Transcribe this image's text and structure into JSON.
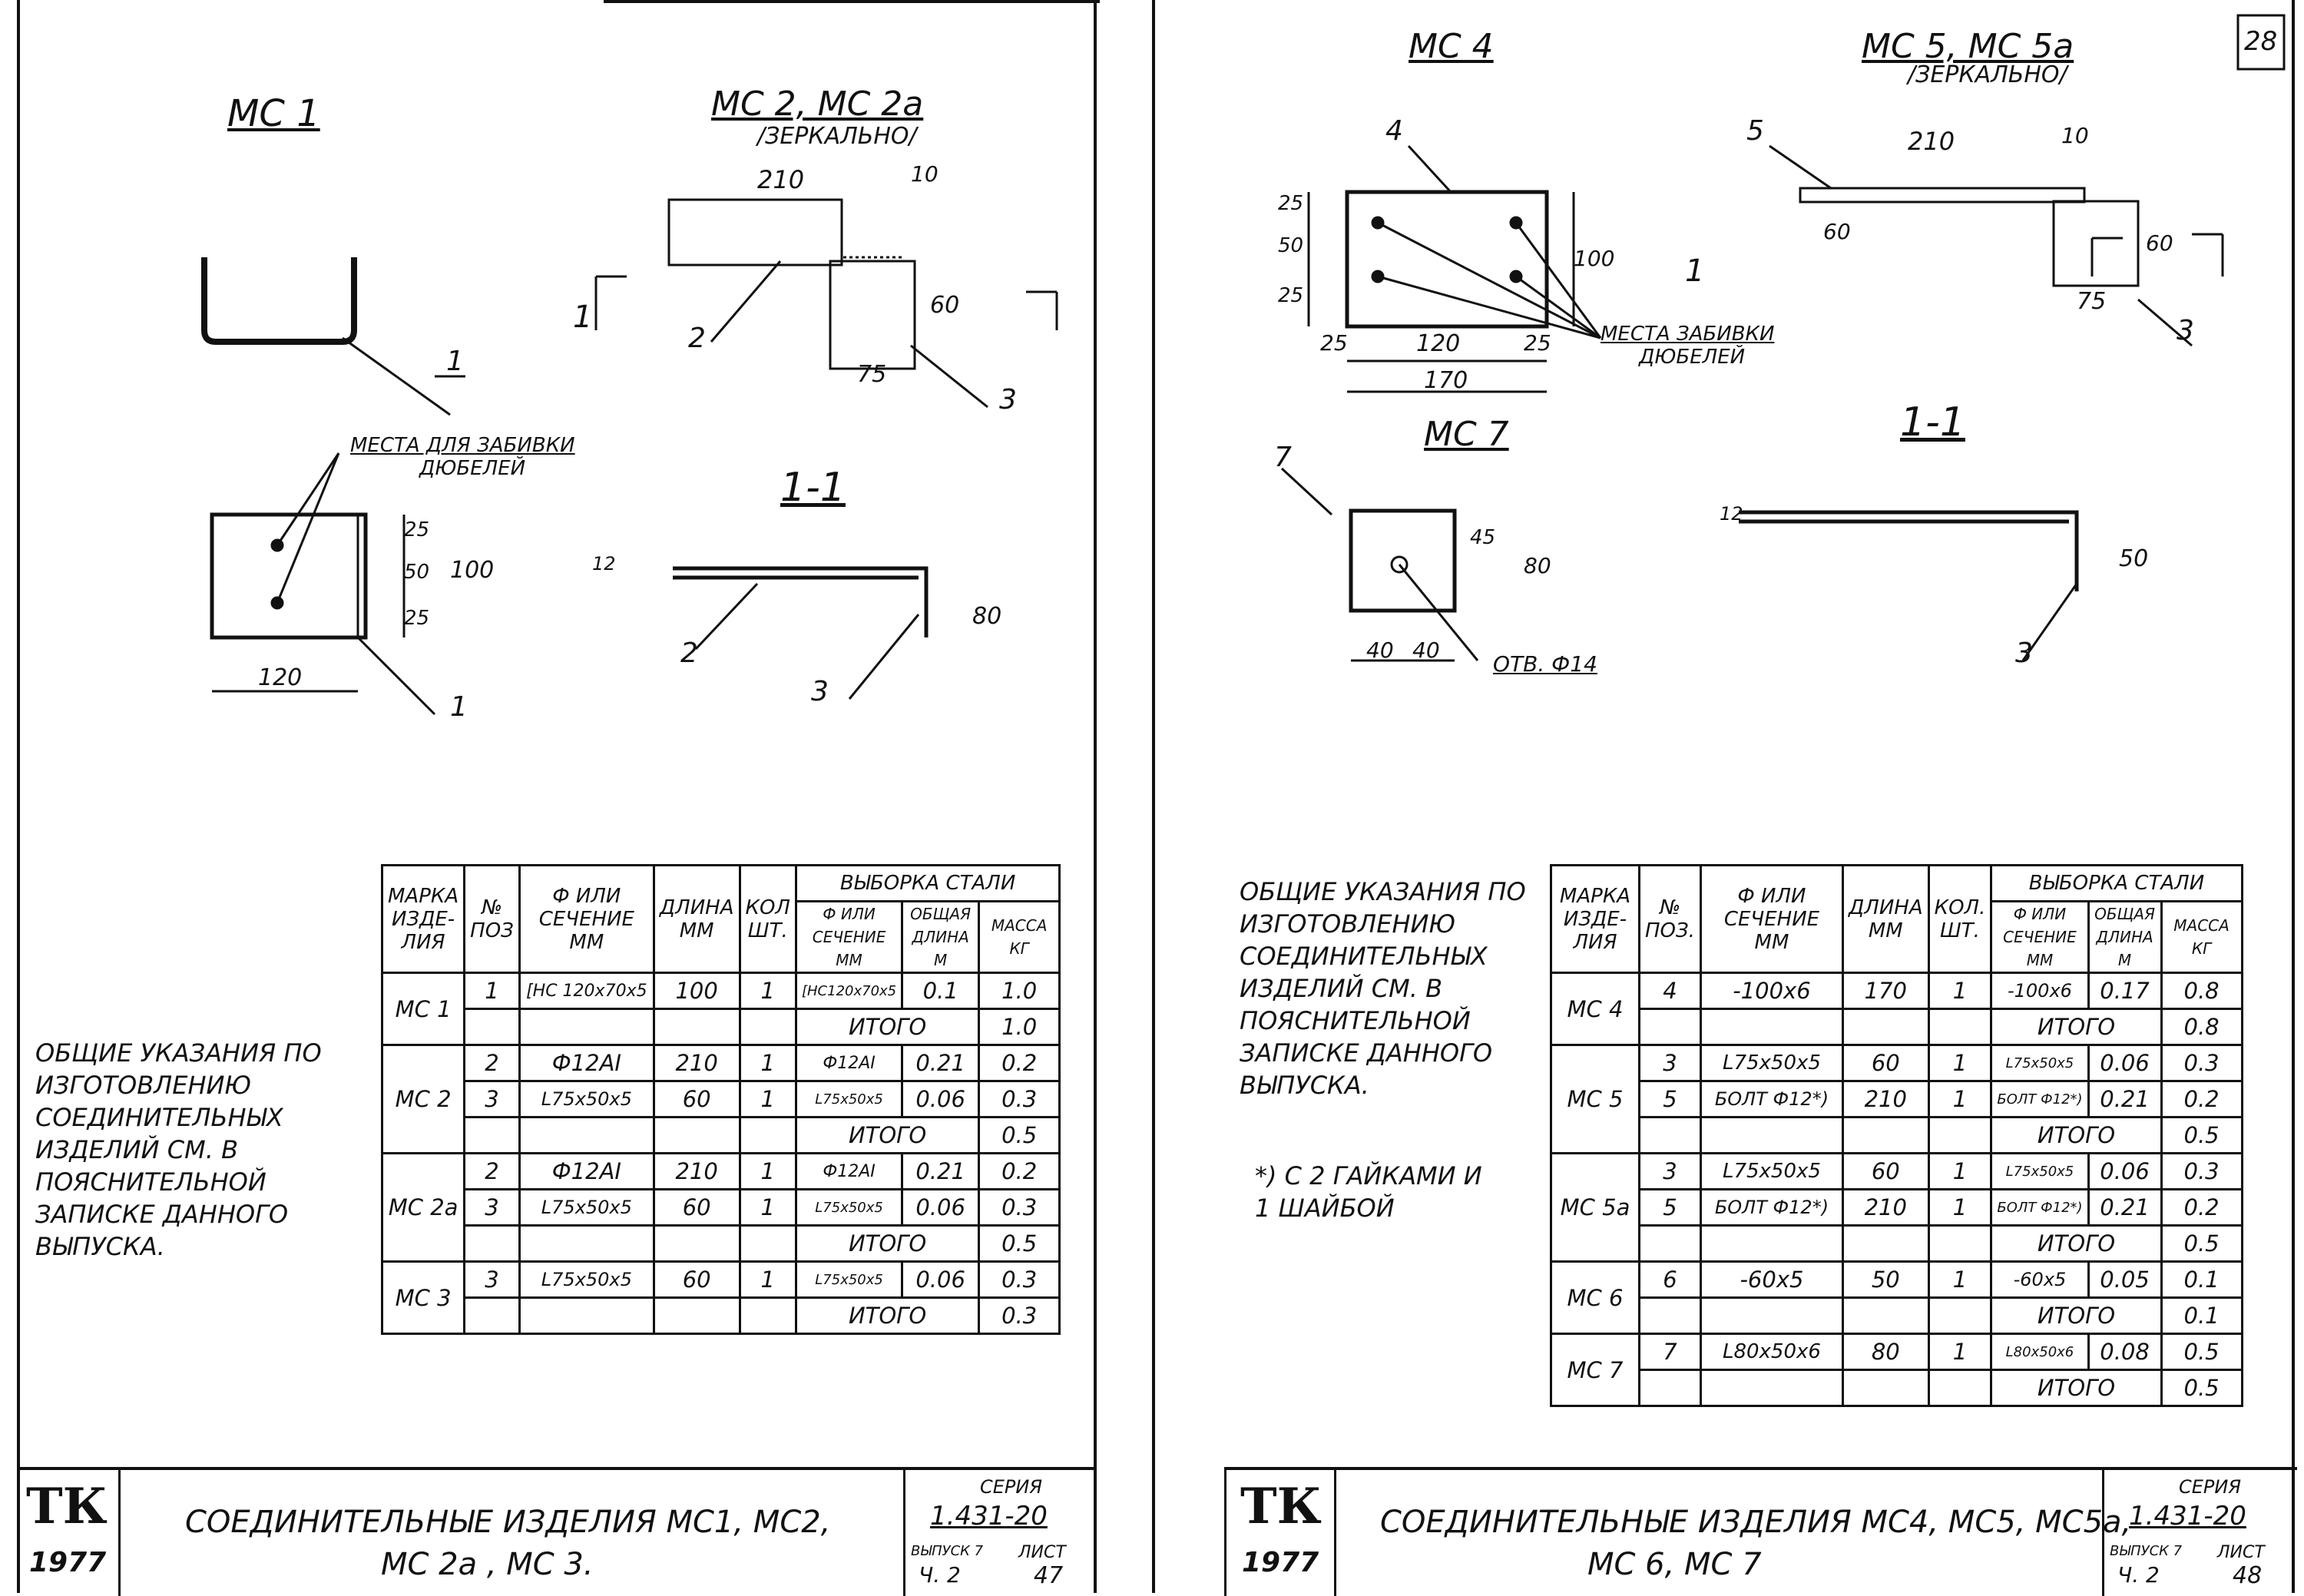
{
  "left_sheet": {
    "views": {
      "mc1": "МС 1",
      "mc2": "МС 2, МС 2а",
      "mc2_note": "/ЗЕРКАЛЬНО/",
      "section": "1-1",
      "mark1": "1"
    },
    "dims": {
      "d210": "210",
      "d10": "10",
      "d60": "60",
      "d75": "75",
      "d25a": "25",
      "d50": "50",
      "d25b": "25",
      "d100": "100",
      "d120": "120",
      "d12": "12",
      "d80": "80"
    },
    "callouts": {
      "c1a": "1",
      "c1b": "1",
      "c2a": "2",
      "c2b": "2",
      "c3a": "3",
      "c3b": "3",
      "dowels": "МЕСТА ДЛЯ ЗАБИВКИ",
      "dowels2": "ДЮБЕЛЕЙ"
    },
    "general_notes": "ОБЩИЕ УКАЗАНИЯ ПО ИЗГОТОВЛЕНИЮ СОЕДИНИТЕЛЬНЫХ ИЗДЕЛИЙ СМ. В ПОЯСНИТЕЛЬНОЙ ЗАПИСКЕ ДАННОГО ВЫПУСКА.",
    "table": {
      "headers": {
        "mark": "МАРКА ИЗДЕ- ЛИЯ",
        "pos": "№ ПОЗ",
        "section": "Ф ИЛИ СЕЧЕНИЕ ММ",
        "length": "ДЛИНА ММ",
        "qty": "КОЛ ШТ.",
        "steel": "ВЫБОРКА СТАЛИ",
        "sel_section": "Ф ИЛИ СЕЧЕНИЕ ММ",
        "sel_length": "ОБЩАЯ ДЛИНА М",
        "sel_mass": "МАССА КГ"
      },
      "rows": [
        {
          "mark": "МС 1",
          "pos": "1",
          "section": "[НС 120х70х5",
          "length": "100",
          "qty": "1",
          "sel_section": "[НС120х70х5",
          "sel_length": "0.1",
          "sel_mass": "1.0"
        },
        {
          "total_label": "ИТОГО",
          "total": "1.0"
        },
        {
          "mark": "МС 2",
          "pos": "2",
          "section": "Ф12АI",
          "length": "210",
          "qty": "1",
          "sel_section": "Ф12АI",
          "sel_length": "0.21",
          "sel_mass": "0.2"
        },
        {
          "pos": "3",
          "section": "L75х50х5",
          "length": "60",
          "qty": "1",
          "sel_section": "L75х50х5",
          "sel_length": "0.06",
          "sel_mass": "0.3"
        },
        {
          "total_label": "ИТОГО",
          "total": "0.5"
        },
        {
          "mark": "МС 2а",
          "pos": "2",
          "section": "Ф12АI",
          "length": "210",
          "qty": "1",
          "sel_section": "Ф12АI",
          "sel_length": "0.21",
          "sel_mass": "0.2"
        },
        {
          "pos": "3",
          "section": "L75х50х5",
          "length": "60",
          "qty": "1",
          "sel_section": "L75х50х5",
          "sel_length": "0.06",
          "sel_mass": "0.3"
        },
        {
          "total_label": "ИТОГО",
          "total": "0.5"
        },
        {
          "mark": "МС 3",
          "pos": "3",
          "section": "L75х50х5",
          "length": "60",
          "qty": "1",
          "sel_section": "L75х50х5",
          "sel_length": "0.06",
          "sel_mass": "0.3"
        },
        {
          "total_label": "ИТОГО",
          "total": "0.3"
        }
      ]
    },
    "stamp": {
      "logo": "ТК",
      "year": "1977",
      "title1": "СОЕДИНИТЕЛЬНЫЕ ИЗДЕЛИЯ МС1, МС2,",
      "title2": "МС 2а , МС 3.",
      "series_label": "СЕРИЯ",
      "series": "1.431-20",
      "issue_label": "ВЫПУСК 7",
      "issue": "Ч. 2",
      "sheet_label": "ЛИСТ",
      "sheet": "47"
    }
  },
  "right_sheet": {
    "page_no": "28",
    "views": {
      "mc4": "МС 4",
      "mc5": "МС 5, МС 5а",
      "mc5_note": "/ЗЕРКАЛЬНО/",
      "mc7": "МС 7",
      "section": "1-1",
      "mark1": "1"
    },
    "dims": {
      "d25a": "25",
      "d50": "50",
      "d25b": "25",
      "d100": "100",
      "d25c": "25",
      "d120": "120",
      "d25d": "25",
      "d170": "170",
      "d210": "210",
      "d10": "10",
      "d60a": "60",
      "d60b": "60",
      "d75": "75",
      "d45": "45",
      "d80": "80",
      "d40a": "40",
      "d40b": "40",
      "d12": "12",
      "d50b": "50"
    },
    "callouts": {
      "c4": "4",
      "c5": "5",
      "c3a": "3",
      "c3b": "3",
      "c7": "7",
      "dowels": "МЕСТА ЗАБИВКИ",
      "dowels2": "ДЮБЕЛЕЙ",
      "hole": "ОТВ. Ф14"
    },
    "general_notes": "ОБЩИЕ УКАЗАНИЯ ПО ИЗГОТОВЛЕНИЮ СОЕДИНИТЕЛЬНЫХ ИЗДЕЛИЙ СМ. В ПОЯСНИТЕЛЬНОЙ ЗАПИСКЕ ДАННОГО ВЫПУСКА.",
    "footnote": "*) С 2 ГАЙКАМИ И 1 ШАЙБОЙ",
    "table": {
      "headers": {
        "mark": "МАРКА ИЗДЕ- ЛИЯ",
        "pos": "№ ПОЗ.",
        "section": "Ф ИЛИ СЕЧЕНИЕ ММ",
        "length": "ДЛИНА ММ",
        "qty": "КОЛ. ШТ.",
        "steel": "ВЫБОРКА СТАЛИ",
        "sel_section": "Ф ИЛИ СЕЧЕНИЕ ММ",
        "sel_length": "ОБЩАЯ ДЛИНА М",
        "sel_mass": "МАССА КГ"
      },
      "rows": [
        {
          "mark": "МС 4",
          "pos": "4",
          "section": "-100х6",
          "length": "170",
          "qty": "1",
          "sel_section": "-100х6",
          "sel_length": "0.17",
          "sel_mass": "0.8"
        },
        {
          "total_label": "ИТОГО",
          "total": "0.8"
        },
        {
          "mark": "МС 5",
          "pos": "3",
          "section": "L75х50х5",
          "length": "60",
          "qty": "1",
          "sel_section": "L75х50х5",
          "sel_length": "0.06",
          "sel_mass": "0.3"
        },
        {
          "pos": "5",
          "section": "БОЛТ Ф12*)",
          "length": "210",
          "qty": "1",
          "sel_section": "БОЛТ Ф12*)",
          "sel_length": "0.21",
          "sel_mass": "0.2"
        },
        {
          "total_label": "ИТОГО",
          "total": "0.5"
        },
        {
          "mark": "МС 5а",
          "pos": "3",
          "section": "L75х50х5",
          "length": "60",
          "qty": "1",
          "sel_section": "L75х50х5",
          "sel_length": "0.06",
          "sel_mass": "0.3"
        },
        {
          "pos": "5",
          "section": "БОЛТ Ф12*)",
          "length": "210",
          "qty": "1",
          "sel_section": "БОЛТ Ф12*)",
          "sel_length": "0.21",
          "sel_mass": "0.2"
        },
        {
          "total_label": "ИТОГО",
          "total": "0.5"
        },
        {
          "mark": "МС 6",
          "pos": "6",
          "section": "-60х5",
          "length": "50",
          "qty": "1",
          "sel_section": "-60х5",
          "sel_length": "0.05",
          "sel_mass": "0.1"
        },
        {
          "total_label": "ИТОГО",
          "total": "0.1"
        },
        {
          "mark": "МС 7",
          "pos": "7",
          "section": "L80х50х6",
          "length": "80",
          "qty": "1",
          "sel_section": "L80х50х6",
          "sel_length": "0.08",
          "sel_mass": "0.5"
        },
        {
          "total_label": "ИТОГО",
          "total": "0.5"
        }
      ]
    },
    "stamp": {
      "logo": "ТК",
      "year": "1977",
      "title1": "СОЕДИНИТЕЛЬНЫЕ ИЗДЕЛИЯ МС4, МС5, МС5а,",
      "title2": "МС 6, МС 7",
      "series_label": "СЕРИЯ",
      "series": "1.431-20",
      "issue_label": "ВЫПУСК 7",
      "issue": "Ч. 2",
      "sheet_label": "ЛИСТ",
      "sheet": "48"
    }
  }
}
